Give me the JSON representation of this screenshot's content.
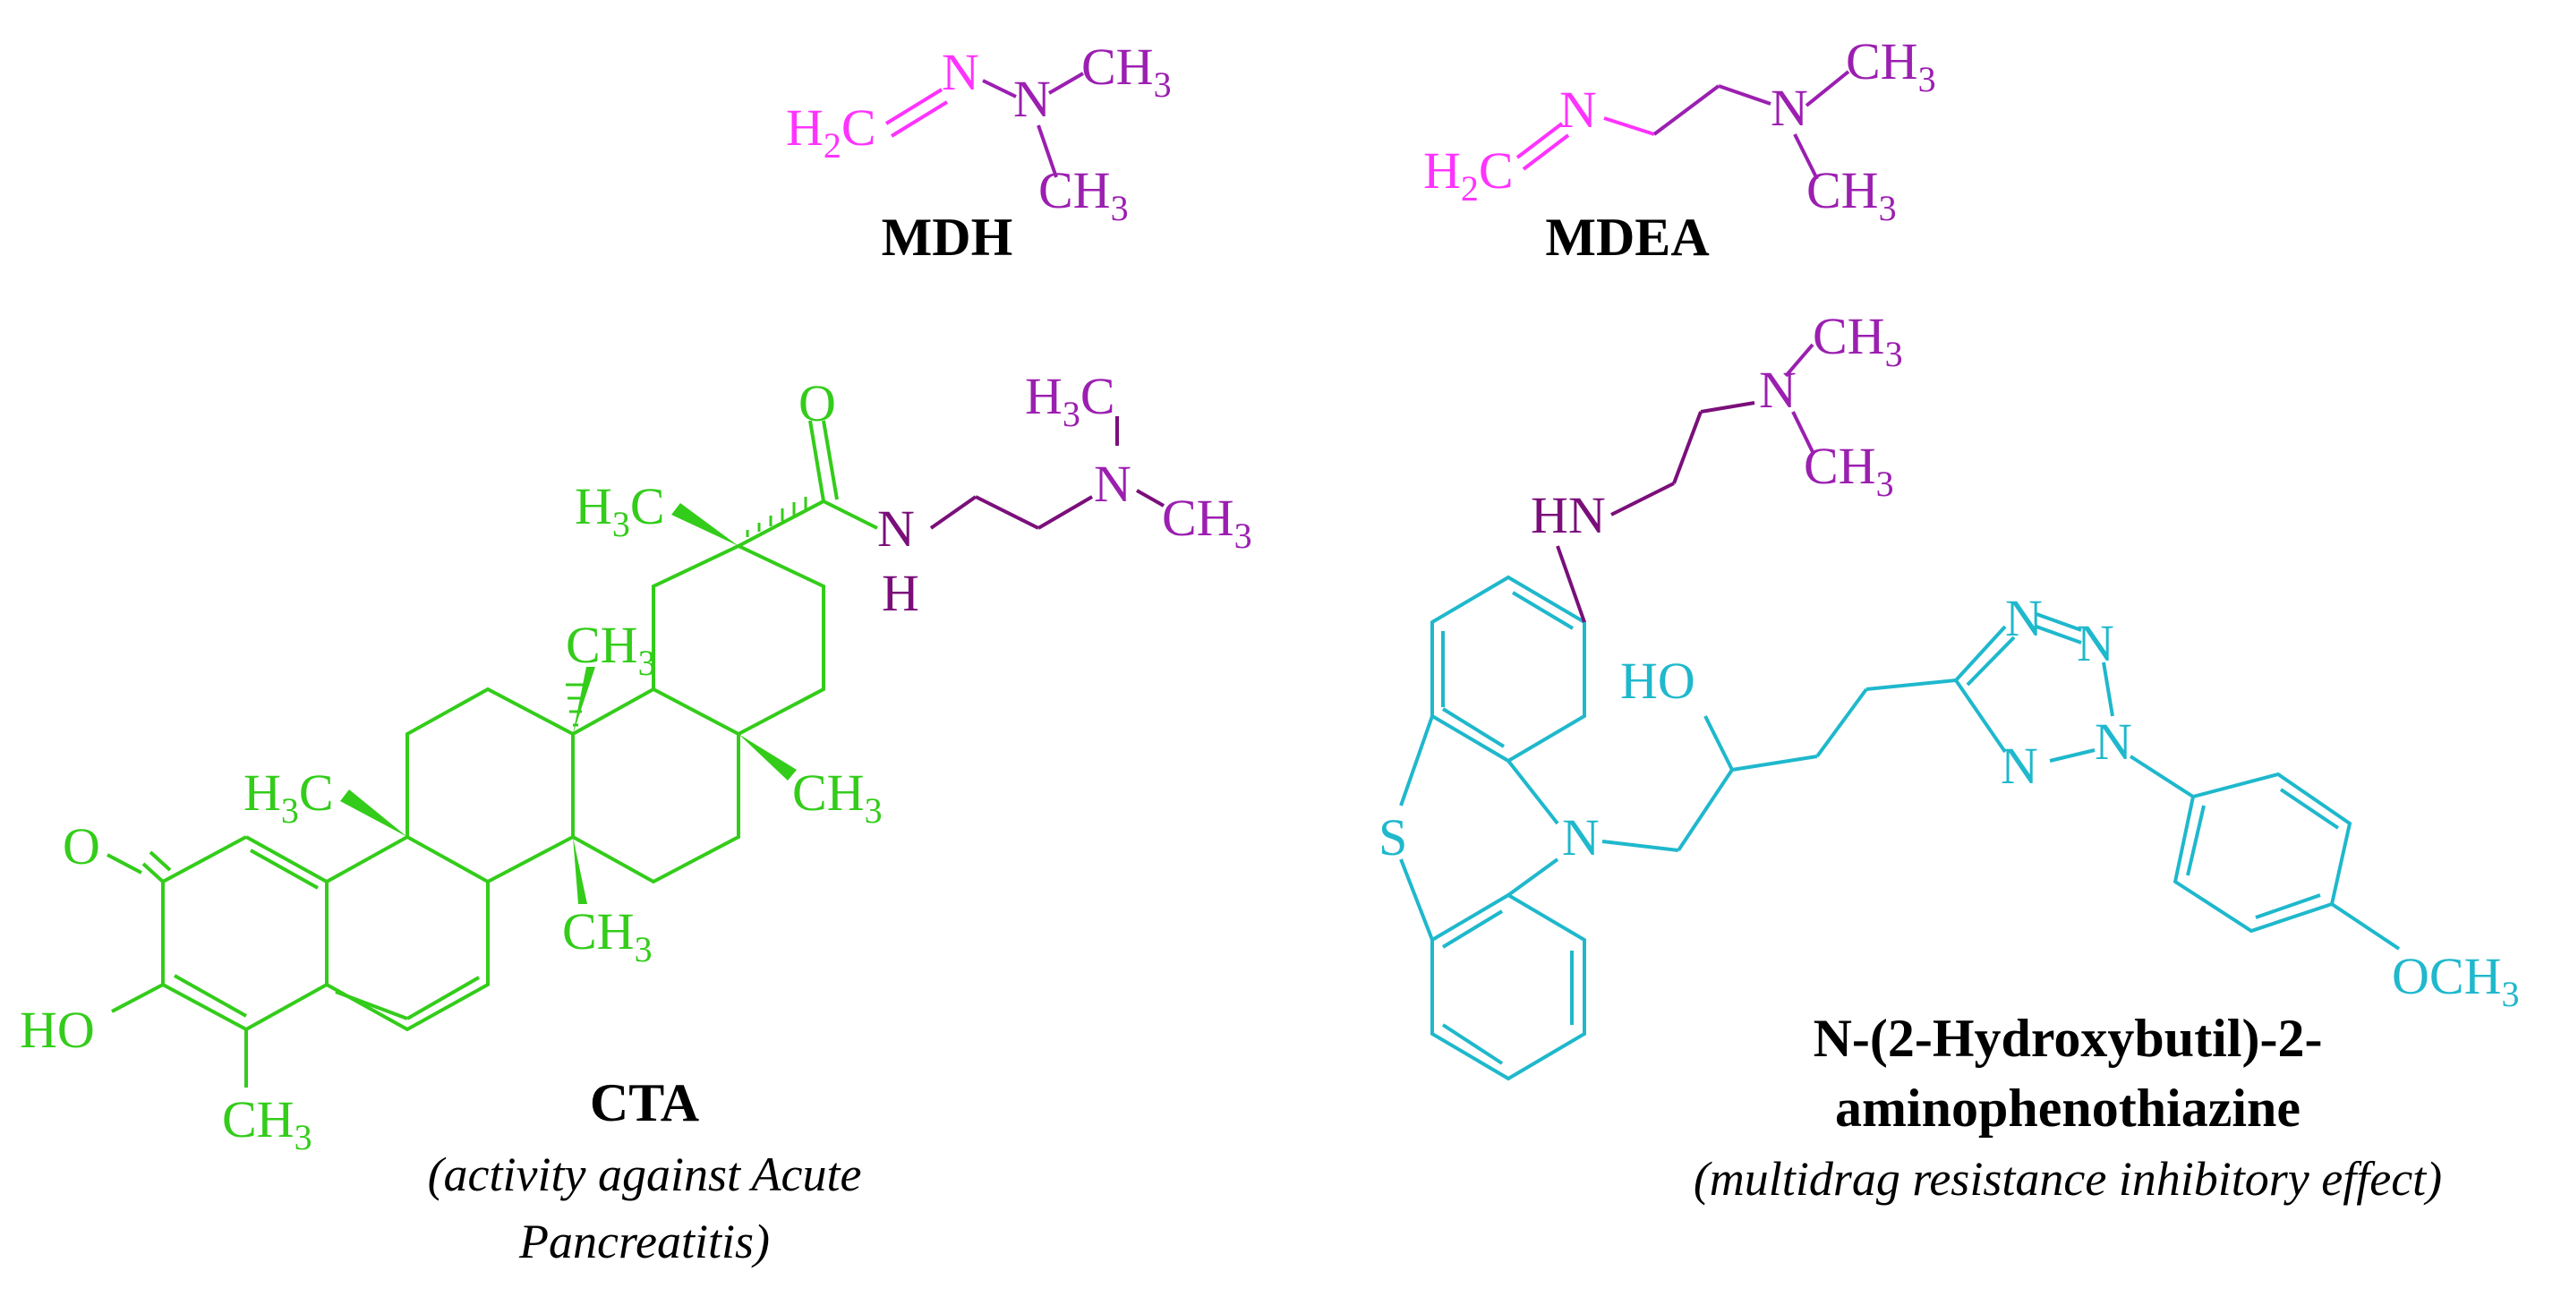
{
  "colors": {
    "magenta": "#ff33ff",
    "purple": "#9b1fb0",
    "dark_purple": "#7a0f7a",
    "green": "#33cc1a",
    "cyan": "#1fb8cc",
    "label": "#000000"
  },
  "labels": {
    "mdh": "MDH",
    "mdea": "MDEA",
    "cta": "CTA",
    "cta_note_1": "(activity against Acute",
    "cta_note_2": "Pancreatitis)",
    "ptz_name_1": "N-(2-Hydroxybutil)-2-",
    "ptz_name_2": "aminophenothiazine",
    "ptz_note": "(multidrag resistance inhibitory effect)"
  },
  "atoms": {
    "h": "H",
    "two": "2",
    "three": "3",
    "c": "C",
    "n": "N",
    "o": "O",
    "s": "S",
    "ho": "HO",
    "hn": "HN",
    "ch": "CH",
    "och": "OCH"
  }
}
